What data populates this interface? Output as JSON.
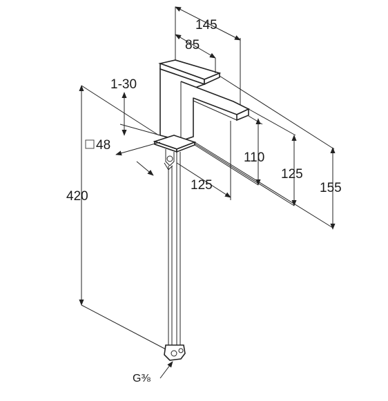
{
  "dimensions": {
    "width_total": "145",
    "lever_offset": "85",
    "lever_range": "1-30",
    "base_square": "48",
    "reach": "125",
    "spout_height": "110",
    "spout_height_2": "125",
    "overall_height": "155",
    "hose_length": "420"
  },
  "thread": "G⅜",
  "symbols": {
    "square_symbol": "□"
  }
}
